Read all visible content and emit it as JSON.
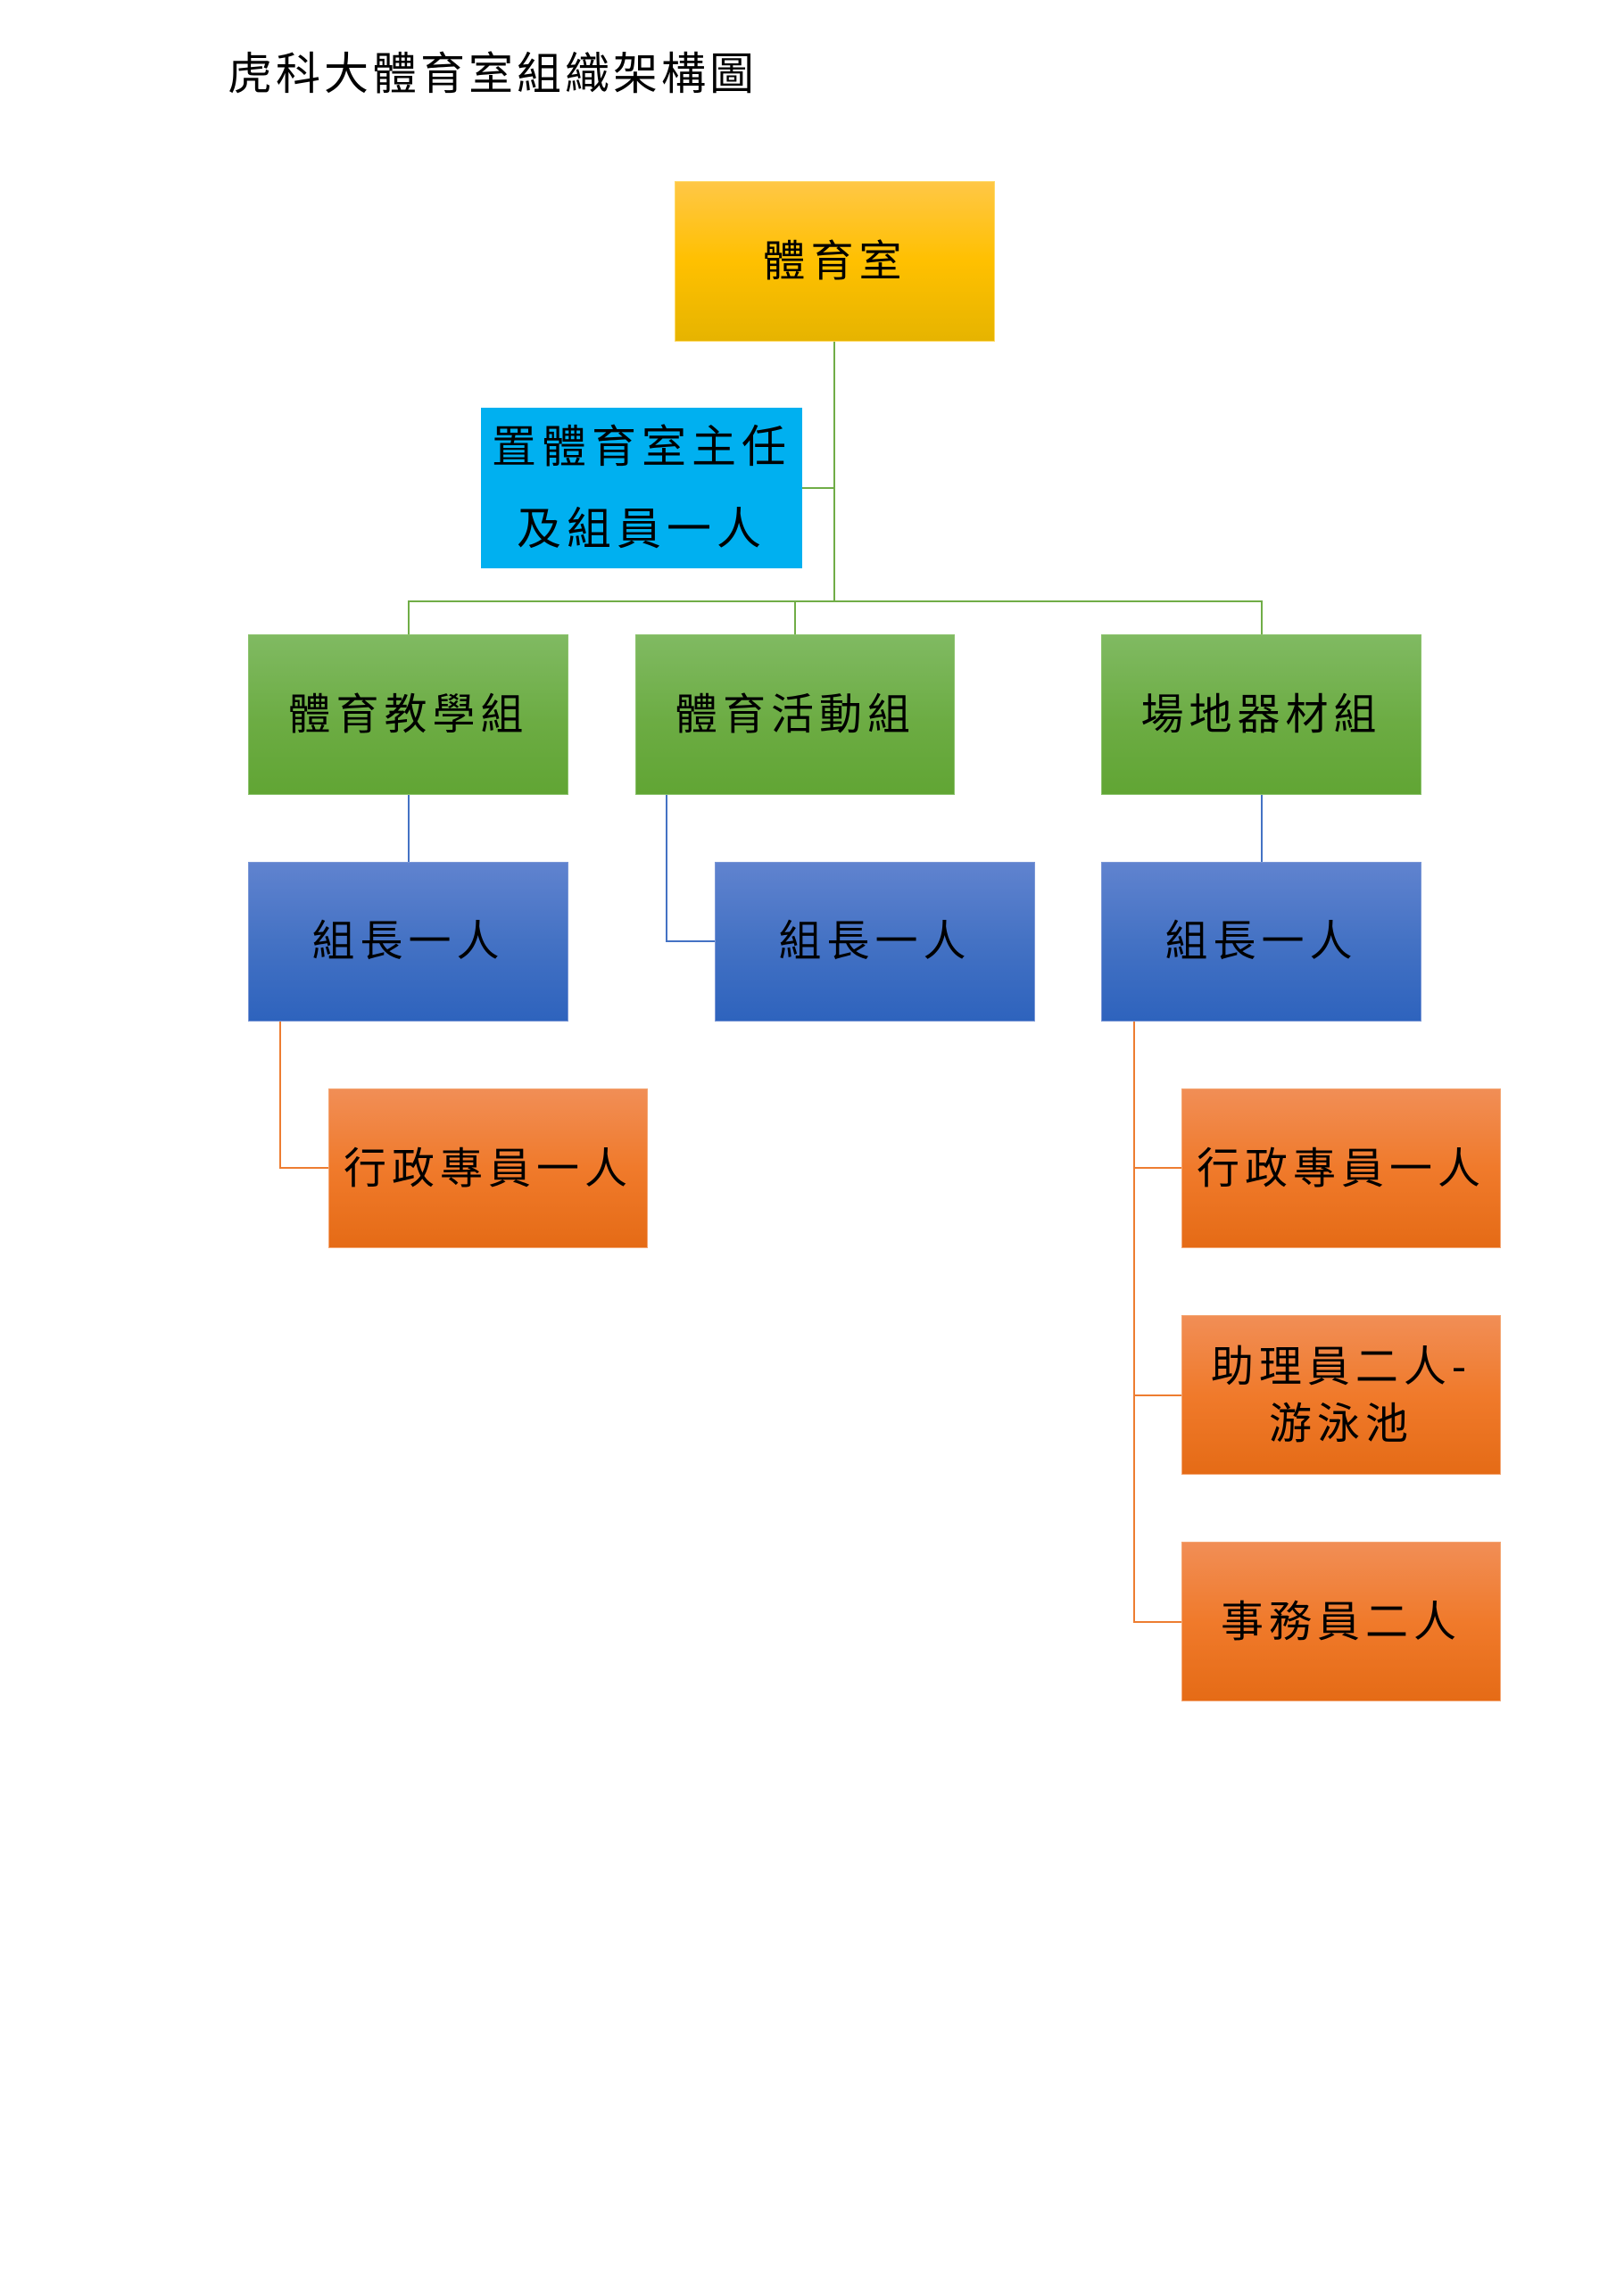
{
  "title": "虎科大體育室組織架構圖",
  "chart": {
    "root": {
      "label": "體育室",
      "color": "#FFC000"
    },
    "assistant": {
      "line1": "置體育室主任",
      "line2": "及組員一人",
      "color": "#00B0F0"
    },
    "divisions": [
      {
        "label": "體育教學組",
        "color": "#70AD47",
        "leader": {
          "label": "組長一人",
          "color": "#4472C4"
        },
        "staff": [
          {
            "label": "行政專員一人",
            "color": "#ED7D31"
          }
        ]
      },
      {
        "label": "體育活動組",
        "color": "#70AD47",
        "leader": {
          "label": "組長一人",
          "color": "#4472C4"
        },
        "staff": []
      },
      {
        "label": "場地器材組",
        "color": "#70AD47",
        "leader": {
          "label": "組長一人",
          "color": "#4472C4"
        },
        "staff": [
          {
            "label": "行政專員一人",
            "color": "#ED7D31"
          },
          {
            "line1": "助理員二人-",
            "line2": "游泳池",
            "color": "#ED7D31"
          },
          {
            "label": "事務員二人",
            "color": "#ED7D31"
          }
        ]
      }
    ]
  }
}
